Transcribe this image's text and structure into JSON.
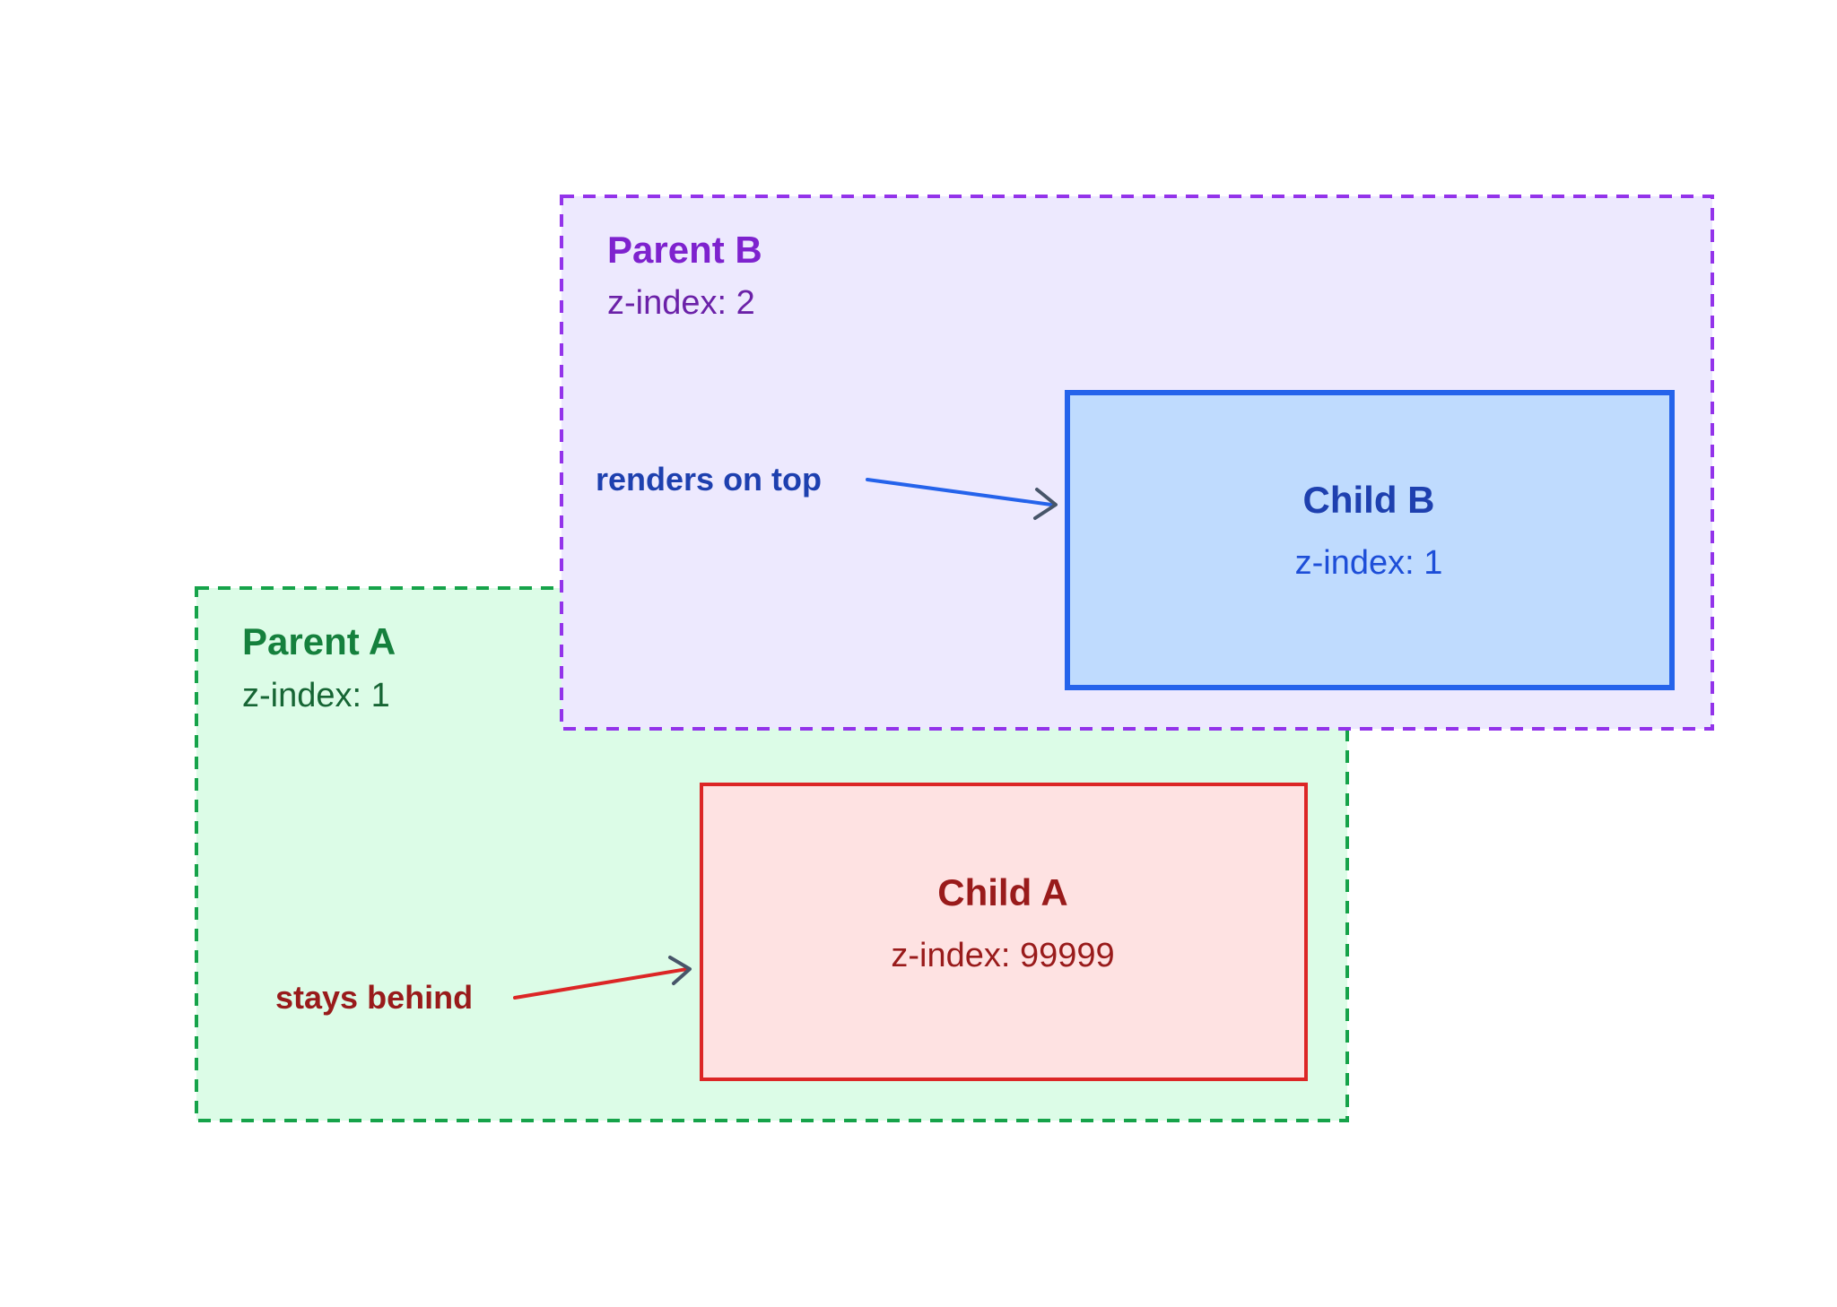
{
  "parent_a": {
    "title": "Parent A",
    "zindex": "z-index: 1",
    "fill": "#dcfce7",
    "stroke": "#16a34a",
    "title_color": "#15803d",
    "zindex_color": "#166534"
  },
  "parent_b": {
    "title": "Parent B",
    "zindex": "z-index: 2",
    "fill": "#ede9fe",
    "stroke": "#9333ea",
    "title_color": "#7e22ce",
    "zindex_color": "#6b21a8"
  },
  "child_a": {
    "title": "Child A",
    "zindex": "z-index: 99999",
    "fill": "#fee2e2",
    "stroke": "#dc2626",
    "text_color": "#991b1b"
  },
  "child_b": {
    "title": "Child B",
    "zindex": "z-index: 1",
    "fill": "#bfdbfe",
    "stroke": "#2563eb",
    "title_color": "#1e40af",
    "zindex_color": "#1d4ed8"
  },
  "annotations": {
    "stays_behind": "stays behind",
    "renders_on_top": "renders on top",
    "stays_behind_color": "#991b1b",
    "renders_on_top_color": "#1e40af",
    "arrow_head_color": "#475569"
  }
}
